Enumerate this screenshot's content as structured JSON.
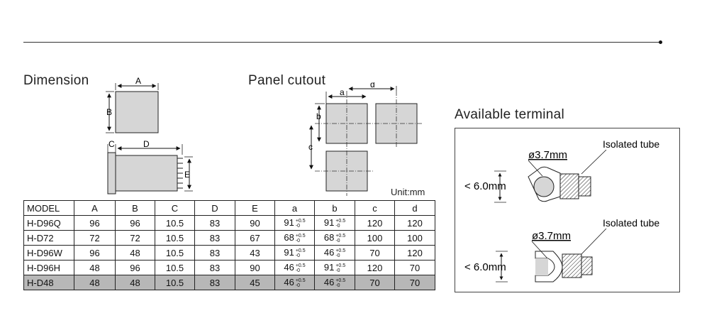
{
  "headings": {
    "dimension": "Dimension",
    "panel_cutout": "Panel cutout",
    "available_terminal": "Available terminal"
  },
  "dimension_labels": {
    "A": "A",
    "B": "B",
    "C": "C",
    "D": "D",
    "E": "E"
  },
  "cutout_labels": {
    "a": "a",
    "b": "b",
    "c": "c",
    "d": "d"
  },
  "unit": "Unit:mm",
  "table": {
    "headers": [
      "MODEL",
      "A",
      "B",
      "C",
      "D",
      "E",
      "a",
      "b",
      "c",
      "d"
    ],
    "tolerance": {
      "upper": "+0.5",
      "lower": "-0"
    },
    "rows": [
      {
        "model": "H-D96Q",
        "A": "96",
        "B": "96",
        "C": "10.5",
        "D": "83",
        "E": "90",
        "a": "91",
        "b": "91",
        "c": "120",
        "d": "120"
      },
      {
        "model": "H-D72",
        "A": "72",
        "B": "72",
        "C": "10.5",
        "D": "83",
        "E": "67",
        "a": "68",
        "b": "68",
        "c": "100",
        "d": "100"
      },
      {
        "model": "H-D96W",
        "A": "96",
        "B": "48",
        "C": "10.5",
        "D": "83",
        "E": "43",
        "a": "91",
        "b": "46",
        "c": "70",
        "d": "120"
      },
      {
        "model": "H-D96H",
        "A": "48",
        "B": "96",
        "C": "10.5",
        "D": "83",
        "E": "90",
        "a": "46",
        "b": "91",
        "c": "120",
        "d": "70"
      },
      {
        "model": "H-D48",
        "A": "48",
        "B": "48",
        "C": "10.5",
        "D": "83",
        "E": "45",
        "a": "46",
        "b": "46",
        "c": "70",
        "d": "70"
      }
    ]
  },
  "terminal": {
    "ring": {
      "tube_label": "Isolated tube",
      "diameter": "ø3.7mm",
      "width": "< 6.0mm"
    },
    "fork": {
      "tube_label": "Isolated tube",
      "diameter": "ø3.7mm",
      "width": "< 6.0mm"
    }
  }
}
